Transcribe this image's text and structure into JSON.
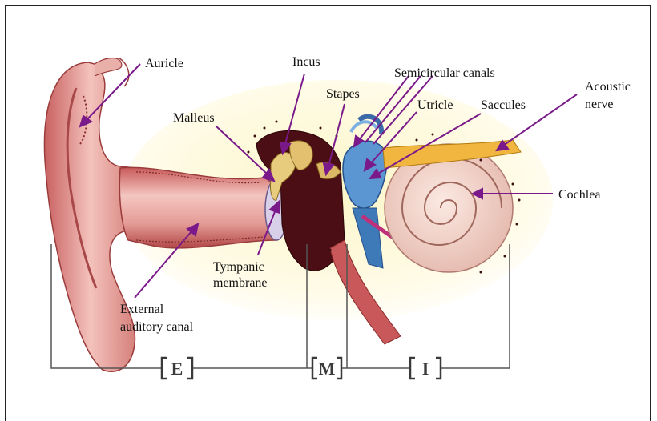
{
  "labels": {
    "auricle": "Auricle",
    "incus": "Incus",
    "semicircular_canals": "Semicircular canals",
    "stapes": "Stapes",
    "utricle": "Utricle",
    "saccules": "Saccules",
    "acoustic_line1": "Acoustic",
    "acoustic_line2": "nerve",
    "malleus": "Malleus",
    "cochlea": "Cochlea",
    "tympanic_line1": "Tympanic",
    "tympanic_line2": "membrane",
    "external_line1": "External",
    "external_line2": "auditory canal"
  },
  "sections": {
    "external": "E",
    "middle": "M",
    "inner": "I"
  },
  "colors": {
    "pointer": "#7a1a8a",
    "ear_skin": "#e8a3a3",
    "ear_dark": "#b04a4a",
    "bone": "#e6c87a",
    "inner_blue": "#4a86c8",
    "cochlea": "#f2d4cc",
    "nerve": "#f0b030",
    "bracket": "#555555"
  }
}
